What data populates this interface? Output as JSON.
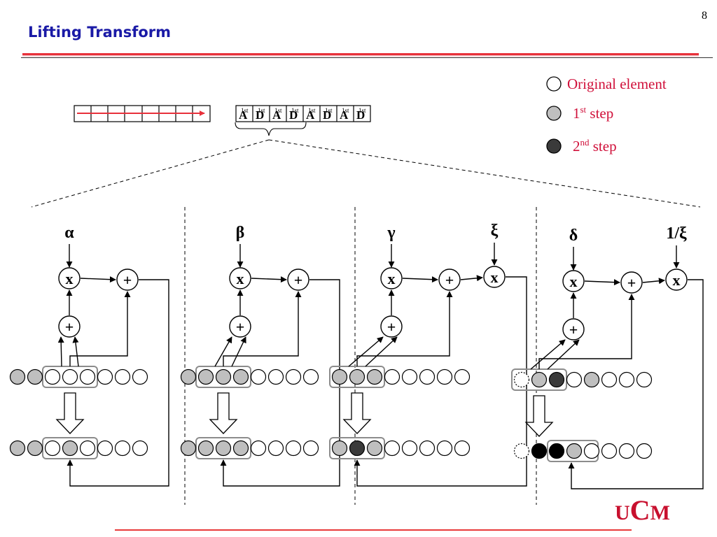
{
  "slide": {
    "title": "Lifting Transform",
    "page_number": "8"
  },
  "legend": {
    "original": "Original element",
    "step1_num": "1",
    "step1_sup": "st",
    "step1_word": " step",
    "step2_num": "2",
    "step2_sup": "nd",
    "step2_word": " step"
  },
  "top_array": {
    "cell_letters": [
      "A",
      "D",
      "A",
      "D",
      "A",
      "D",
      "A",
      "D"
    ],
    "cell_sup": "st",
    "cell_num": "1"
  },
  "panels": [
    {
      "coef_left": "α",
      "coef_right": "",
      "multiplier": "x",
      "adder": "+"
    },
    {
      "coef_left": "β",
      "coef_right": "",
      "multiplier": "x",
      "adder": "+"
    },
    {
      "coef_left": "γ",
      "coef_right": "ξ",
      "multiplier": "x",
      "adder": "+"
    },
    {
      "coef_left": "δ",
      "coef_right": "1/ξ",
      "multiplier": "x",
      "adder": "+"
    }
  ],
  "logo": {
    "u": "U",
    "c": "C",
    "m": "M"
  },
  "colors": {
    "title": "#1a1aa6",
    "legend_text": "#d0103a",
    "gray": "#bfbfbf",
    "dark": "#3a3a3a",
    "black": "#000000",
    "accent_red": "#e83a3a"
  }
}
